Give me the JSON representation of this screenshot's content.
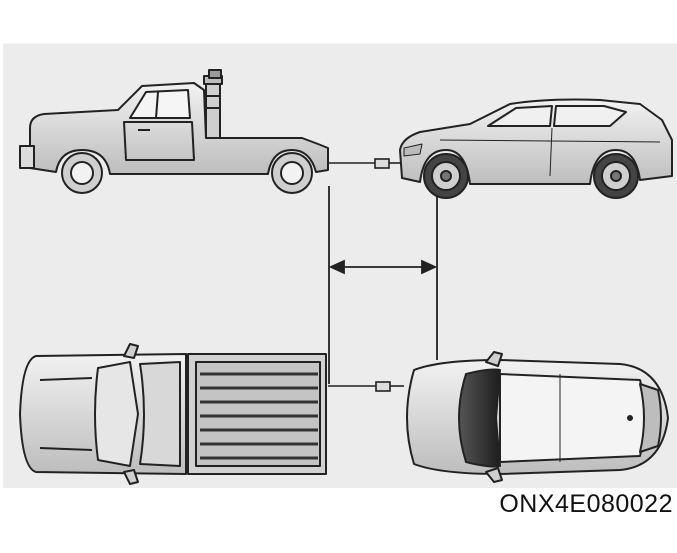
{
  "figure": {
    "code": "ONX4E080022",
    "panel_background": "#ececec",
    "line_color": "#222222",
    "body_fill": "#dcdcdc",
    "dark_fill": "#3a3a3a"
  },
  "elements": [
    {
      "name": "tow-truck-side-view",
      "icon": "tow-truck-icon"
    },
    {
      "name": "suv-side-view",
      "icon": "suv-icon"
    },
    {
      "name": "pickup-truck-top-view",
      "icon": "pickup-truck-icon"
    },
    {
      "name": "suv-top-view",
      "icon": "suv-icon"
    },
    {
      "name": "distance-arrow",
      "icon": "double-arrow-icon"
    }
  ]
}
